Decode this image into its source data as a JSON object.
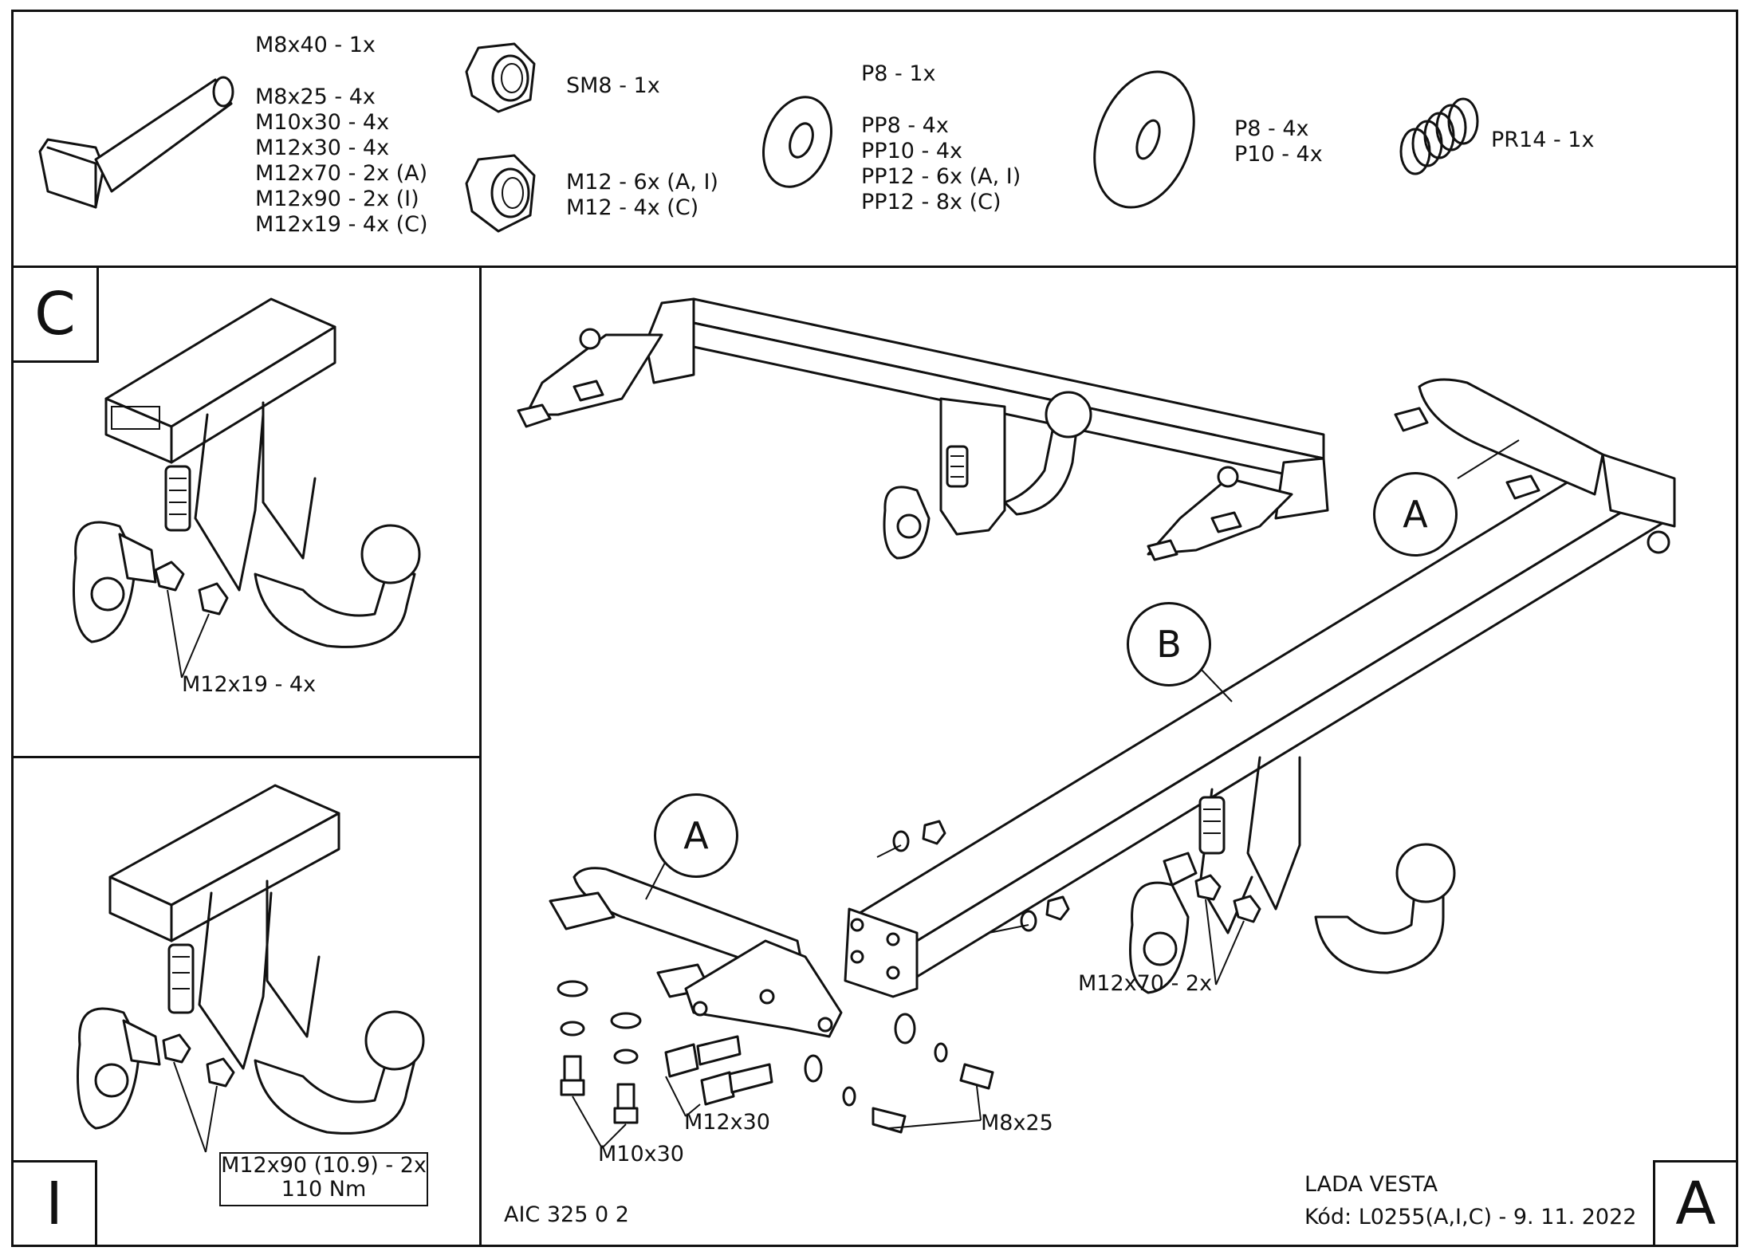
{
  "parts": {
    "bolt": [
      "M8x40 - 1x",
      "M8x25 - 4x",
      "M10x30 - 4x",
      "M12x30 - 4x",
      "M12x70 - 2x (A)",
      "M12x90 - 2x (I)",
      "M12x19 - 4x (C)"
    ],
    "nut_small": "SM8 - 1x",
    "nut_large": [
      "M12 - 6x (A, I)",
      "M12 - 4x (C)"
    ],
    "washer_small": [
      "P8 - 1x",
      "PP8 - 4x",
      "PP10 - 4x",
      "PP12 - 6x (A, I)",
      "PP12 - 8x (C)"
    ],
    "washer_large": [
      "P8 - 4x",
      "P10 - 4x"
    ],
    "spring": "PR14 - 1x"
  },
  "panels": {
    "c": {
      "tag": "C",
      "bolt_label": "M12x19 - 4x"
    },
    "i": {
      "tag": "I",
      "bolt_label": "M12x90 (10.9) - 2x",
      "torque": "110 Nm"
    },
    "a": {
      "tag": "A"
    }
  },
  "callouts": {
    "a_top": "A",
    "b": "B",
    "a_left": "A"
  },
  "main_labels": {
    "m12x70": "M12x70 - 2x",
    "m12x30": "M12x30",
    "m10x30": "M10x30",
    "m8x25": "M8x25"
  },
  "footer": {
    "product": "AIC 325 0 2",
    "model": "LADA VESTA",
    "code": "Kód: L0255(A,I,C) - 9. 11. 2022"
  }
}
